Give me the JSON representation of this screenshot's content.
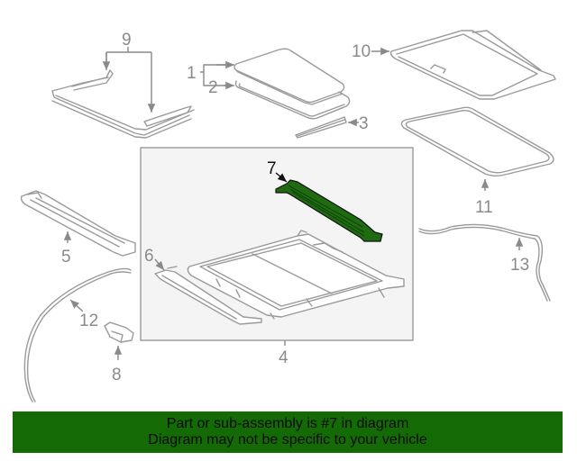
{
  "diagram": {
    "highlighted_part": "7",
    "highlight_color": "#1f6b12",
    "subassembly_box": {
      "fill": "#f4f4f4",
      "stroke": "#9a9a9a"
    },
    "callouts": [
      {
        "id": "1",
        "label": "1"
      },
      {
        "id": "2",
        "label": "2"
      },
      {
        "id": "3",
        "label": "3"
      },
      {
        "id": "4",
        "label": "4"
      },
      {
        "id": "5",
        "label": "5"
      },
      {
        "id": "6",
        "label": "6"
      },
      {
        "id": "7",
        "label": "7"
      },
      {
        "id": "8",
        "label": "8"
      },
      {
        "id": "9",
        "label": "9"
      },
      {
        "id": "10",
        "label": "10"
      },
      {
        "id": "11",
        "label": "11"
      },
      {
        "id": "12",
        "label": "12"
      },
      {
        "id": "13",
        "label": "13"
      }
    ]
  },
  "banner": {
    "background": "#146b06",
    "line1": "Part or sub-assembly is #7 in diagram",
    "line2": "Diagram may not be specific to your vehicle"
  }
}
